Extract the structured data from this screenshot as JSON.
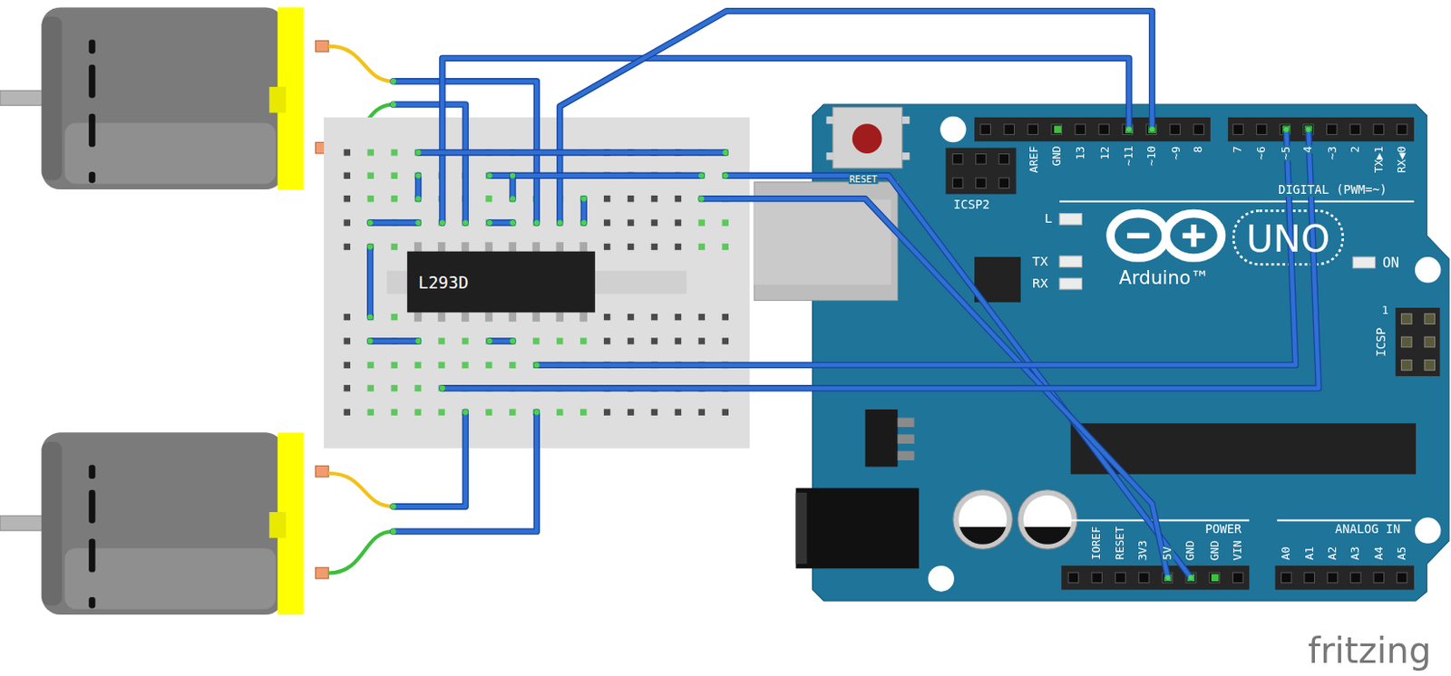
{
  "diagram": {
    "nodes": [
      {
        "text": [
          "L293D"
        ]
      }
    ],
    "labels": [
      "AREF",
      "GND",
      "13",
      "12",
      "~11",
      "~10",
      "~9",
      "8",
      "7",
      "~6",
      "~5",
      "4",
      "~3",
      "2",
      "TX▶1",
      "RX◀0",
      "DIGITAL (PWM=~)",
      "ICSP2",
      "RESET",
      "L",
      "TX",
      "RX",
      "Arduino™",
      "UNO",
      "ON",
      "1",
      "ICSP",
      "IOREF",
      "RESET",
      "3V3",
      "5V",
      "GND",
      "GND",
      "VIN",
      "POWER",
      "ANALOG IN",
      "A0",
      "A1",
      "A2",
      "A3",
      "A4",
      "A5",
      "fritzing"
    ]
  }
}
